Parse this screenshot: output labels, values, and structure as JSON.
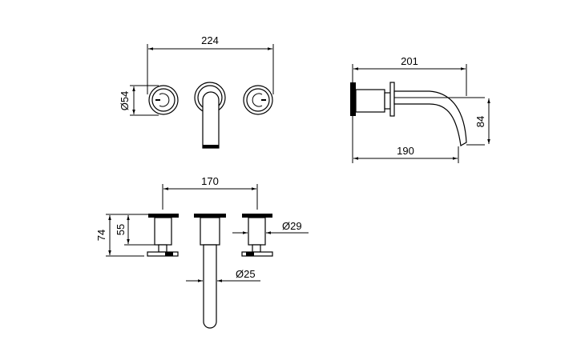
{
  "front_view": {
    "width_dim": "224",
    "rosette_dim": "Ø54"
  },
  "side_view": {
    "projection_dim": "201",
    "spout_reach_dim": "190",
    "height_dim": "84"
  },
  "top_view": {
    "spacing_dim": "170",
    "total_depth_dim": "74",
    "handle_depth_dim": "55",
    "handle_dia_dim": "Ø29",
    "spout_dia_dim": "Ø25"
  },
  "colors": {
    "line": "#000000",
    "background": "#ffffff"
  }
}
